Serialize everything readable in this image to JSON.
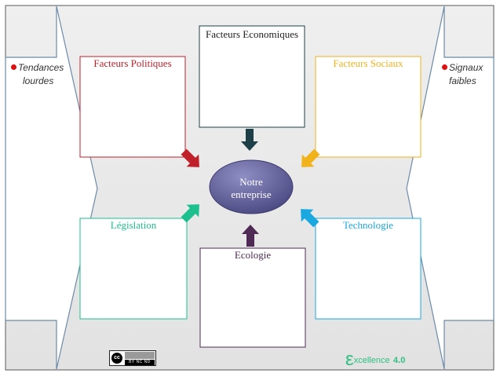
{
  "center": {
    "line1": "Notre",
    "line2": "entreprise"
  },
  "factors": {
    "politiques": {
      "label": "Facteurs Politiques",
      "color": "#c0202a"
    },
    "economiques": {
      "label": "Facteurs Economiques",
      "color": "#1e3f47"
    },
    "sociaux": {
      "label": "Facteurs Sociaux",
      "color": "#f2b21a"
    },
    "legislation": {
      "label": "Législation",
      "color": "#1bc08e"
    },
    "ecologie": {
      "label": "Ecologie",
      "color": "#4f2a55"
    },
    "technologie": {
      "label": "Technologie",
      "color": "#1aa8e0"
    }
  },
  "left_panel": {
    "label_line1": "Tendances",
    "label_line2": "lourdes"
  },
  "right_panel": {
    "label_line1": "Signaux",
    "label_line2": "faibles"
  },
  "license": {
    "badge": "cc",
    "terms": "BY  NC  ND"
  },
  "brand": {
    "letter": "ε",
    "word": "xcellence",
    "version": "4.0"
  }
}
